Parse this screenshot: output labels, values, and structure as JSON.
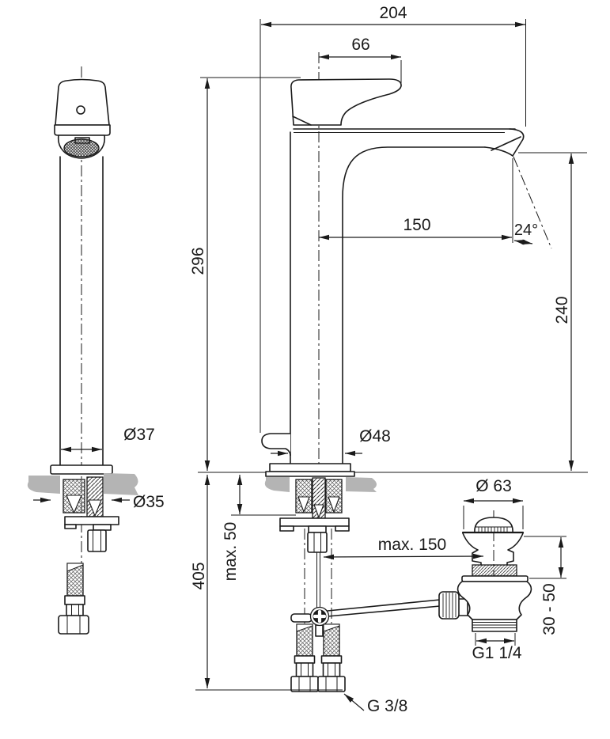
{
  "drawing": {
    "subject": "single-lever high basin mixer tap with pop-up waste - dimensional drawing",
    "labels": {
      "overall_depth": "204",
      "handle_projection": "66",
      "height_above_deck": "296",
      "spout_reach": "150",
      "outlet_angle": "24°",
      "outlet_height": "240",
      "body_diameter_front": "Ø37",
      "mounting_hole_diameter": "Ø35",
      "base_diameter": "Ø48",
      "height_below_deck": "405",
      "max_deck_thickness": "max. 50",
      "max_pull_rod_length": "max. 150",
      "waste_cap_diameter": "Ø 63",
      "waste_height_adjustment": "30 - 50",
      "waste_thread_size": "G1 1/4",
      "supply_hose_thread": "G 3/8"
    },
    "colors": {
      "line": "#1a1a1a",
      "deck": "#b4b4b4",
      "background": "#ffffff"
    }
  }
}
